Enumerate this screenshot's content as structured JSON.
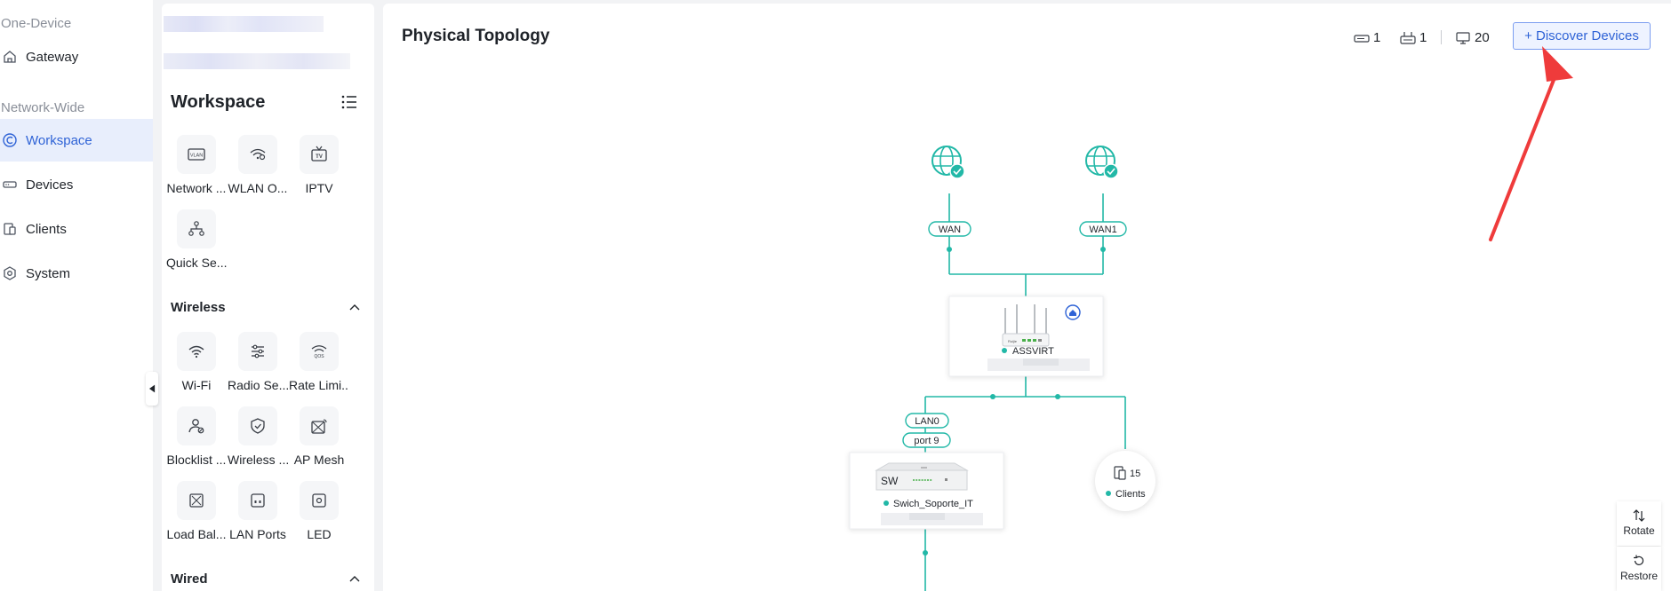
{
  "nav": {
    "section_one_device": "One-Device",
    "section_network_wide": "Network-Wide",
    "items": [
      {
        "label": "Gateway"
      },
      {
        "label": "Workspace"
      },
      {
        "label": "Devices"
      },
      {
        "label": "Clients"
      },
      {
        "label": "System"
      }
    ]
  },
  "workspace": {
    "title": "Workspace",
    "top_tiles": [
      {
        "label": "Network ...",
        "icon": "vlan-icon"
      },
      {
        "label": "WLAN O...",
        "icon": "wlan-optimize-icon"
      },
      {
        "label": "IPTV",
        "icon": "tv-icon"
      },
      {
        "label": "Quick Se...",
        "icon": "quick-setup-icon"
      }
    ],
    "wireless": {
      "title": "Wireless",
      "tiles": [
        {
          "label": "Wi-Fi",
          "icon": "wifi-icon"
        },
        {
          "label": "Radio Se...",
          "icon": "sliders-icon"
        },
        {
          "label": "Rate Limi...",
          "icon": "qos-icon"
        },
        {
          "label": "Blocklist ...",
          "icon": "user-block-icon"
        },
        {
          "label": "Wireless ...",
          "icon": "shield-icon"
        },
        {
          "label": "AP Mesh",
          "icon": "mesh-icon"
        },
        {
          "label": "Load Bal...",
          "icon": "load-balance-icon"
        },
        {
          "label": "LAN Ports",
          "icon": "lan-port-icon"
        },
        {
          "label": "LED",
          "icon": "led-icon"
        }
      ]
    },
    "wired": {
      "title": "Wired"
    }
  },
  "topology": {
    "title": "Physical Topology",
    "stats": {
      "gateways": "1",
      "switches": "1",
      "clients": "20"
    },
    "discover_label": "+ Discover Devices",
    "wan_labels": [
      "WAN",
      "WAN1"
    ],
    "gateway": {
      "name": "ASSVIRT",
      "front_text": "Ruijie"
    },
    "lan_label": "LAN0",
    "port_label": "port 9",
    "switch": {
      "name": "Swich_Soporte_IT",
      "badge": "SW"
    },
    "clients": {
      "count": "15",
      "label": "Clients"
    },
    "controls": [
      {
        "label": "Rotate"
      },
      {
        "label": "Restore"
      }
    ]
  },
  "colors": {
    "accent": "#2f63d6",
    "link": "#22b8a7",
    "annotation_arrow": "#ef3b3b"
  }
}
